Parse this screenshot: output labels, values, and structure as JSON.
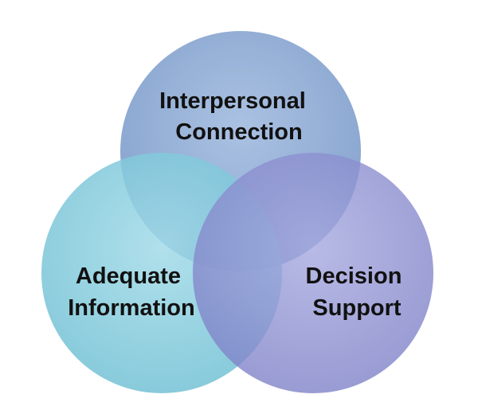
{
  "diagram": {
    "type": "venn",
    "circles": [
      {
        "id": "interpersonal-connection",
        "label_lines": [
          "Interpersonal",
          "Connection"
        ],
        "color": "#7f9fcf"
      },
      {
        "id": "adequate-information",
        "label_lines": [
          "Adequate",
          "Information"
        ],
        "color": "#7fc6d8"
      },
      {
        "id": "decision-support",
        "label_lines": [
          "Decision",
          "Support"
        ],
        "color": "#8a8ccc"
      }
    ]
  }
}
